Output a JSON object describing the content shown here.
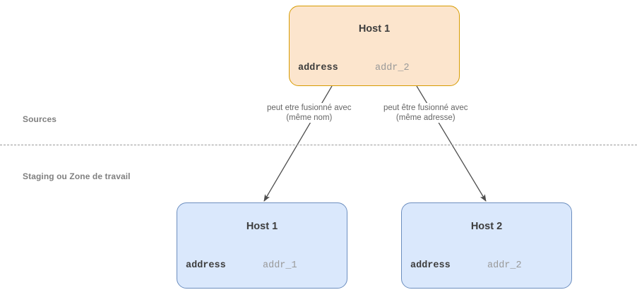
{
  "diagram": {
    "lanes": [
      {
        "id": "sources",
        "label": "Sources"
      },
      {
        "id": "staging",
        "label": "Staging ou Zone de travail"
      }
    ],
    "divider": {
      "style": "dashed",
      "color": "#999999"
    },
    "entities": [
      {
        "id": "source-host1",
        "lane": "sources",
        "title": "Host 1",
        "fill": "#fce5cd",
        "stroke": "#d79b00",
        "attributes": [
          {
            "name": "address",
            "value": "addr_2"
          }
        ]
      },
      {
        "id": "staging-host1",
        "lane": "staging",
        "title": "Host 1",
        "fill": "#dae8fc",
        "stroke": "#6c8ebf",
        "attributes": [
          {
            "name": "address",
            "value": "addr_1"
          }
        ]
      },
      {
        "id": "staging-host2",
        "lane": "staging",
        "title": "Host 2",
        "fill": "#dae8fc",
        "stroke": "#6c8ebf",
        "attributes": [
          {
            "name": "address",
            "value": "addr_2"
          }
        ]
      }
    ],
    "edges": [
      {
        "id": "edge-left",
        "from": "source-host1",
        "to": "staging-host1",
        "label_line1": "peut etre fusionné avec",
        "label_line2": "(même nom)",
        "color": "#4d4d4d"
      },
      {
        "id": "edge-right",
        "from": "source-host1",
        "to": "staging-host2",
        "label_line1": "peut être fusionné avec",
        "label_line2": "(même adresse)",
        "color": "#4d4d4d"
      }
    ]
  }
}
